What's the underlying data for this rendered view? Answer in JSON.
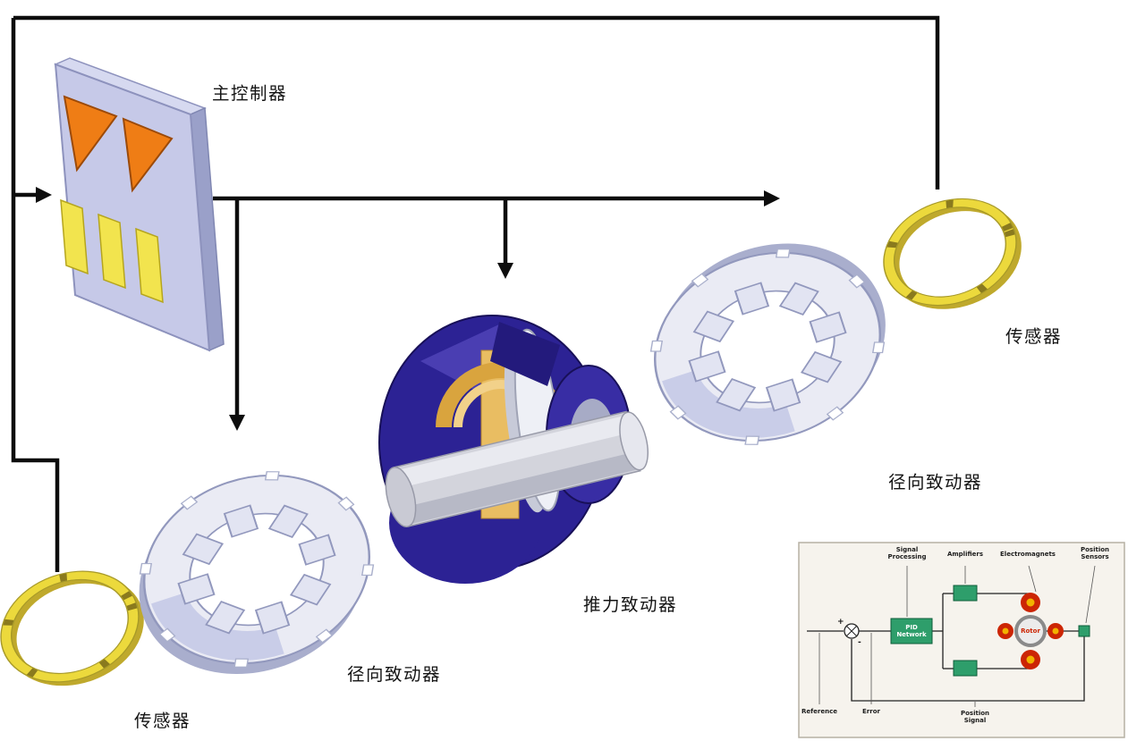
{
  "diagram": {
    "labels": {
      "main_controller": "主控制器",
      "sensor_top_right": "传感器",
      "sensor_bottom_left": "传感器",
      "radial_actuator_right": "径向致动器",
      "radial_actuator_left": "径向致动器",
      "thrust_actuator": "推力致动器"
    },
    "colors": {
      "line": "#0d0d0d",
      "board_face": "#c6c9e8",
      "triangle_orange": "#ef7d15",
      "bar_yellow": "#f2e44e",
      "sensor_ring_yellow": "#ecd93c",
      "actuator_body": "#eaebf4",
      "actuator_shade": "#c9cde8",
      "thrust_blue": "#2c2294",
      "coil_gold": "#e9bd62",
      "inset_green": "#2e9e6b",
      "inset_red": "#cc2504"
    },
    "inset": {
      "labels": {
        "signal_processing": "Signal Processing",
        "amplifiers": "Amplifiers",
        "electromagnets": "Electromagnets",
        "position_sensors": "Position Sensors",
        "pid_network": "PID Network",
        "rotor": "Rotor",
        "reference": "Reference",
        "error": "Error",
        "position_signal": "Position Signal",
        "plus": "+",
        "minus": "-"
      }
    }
  }
}
